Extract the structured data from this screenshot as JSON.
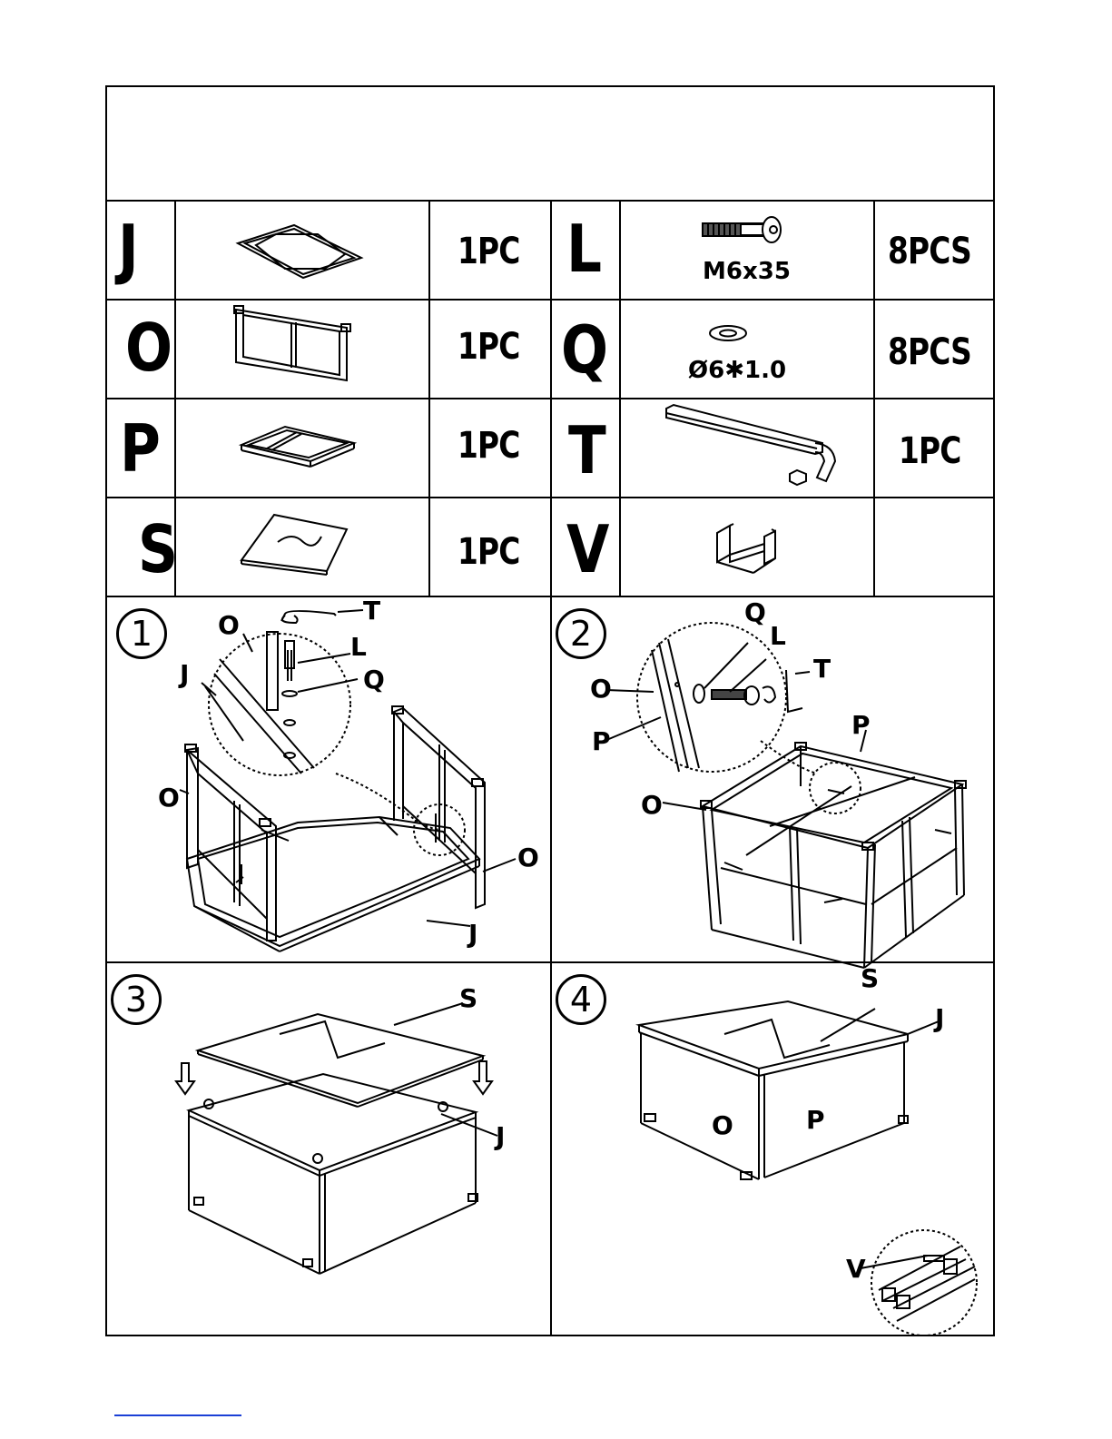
{
  "parts": [
    {
      "letter": "J",
      "qty": "1PC",
      "icon": "table-frame-top-icon"
    },
    {
      "letter": "L",
      "qty": "8PCS",
      "spec": "M6x35",
      "icon": "bolt-icon"
    },
    {
      "letter": "O",
      "qty": "1PC",
      "icon": "side-frame-icon"
    },
    {
      "letter": "Q",
      "qty": "8PCS",
      "spec": "Ø6✱1.0",
      "icon": "washer-icon"
    },
    {
      "letter": "P",
      "qty": "1PC",
      "icon": "end-frame-icon"
    },
    {
      "letter": "T",
      "qty": "1PC",
      "icon": "allen-key-icon"
    },
    {
      "letter": "S",
      "qty": "1PC",
      "icon": "glass-panel-icon"
    },
    {
      "letter": "V",
      "qty": "",
      "icon": "clip-icon"
    }
  ],
  "steps": [
    {
      "number": "1",
      "labels": {
        "t": "T",
        "o1": "O",
        "l": "L",
        "j1": "J",
        "q": "Q",
        "o2": "O",
        "o3": "O",
        "j2": "J"
      }
    },
    {
      "number": "2",
      "labels": {
        "q": "Q",
        "l": "L",
        "t": "T",
        "o1": "O",
        "p1": "P",
        "p2": "P",
        "o2": "O"
      }
    },
    {
      "number": "3",
      "labels": {
        "s": "S",
        "j": "J"
      }
    },
    {
      "number": "4",
      "labels": {
        "s": "S",
        "j": "J",
        "o": "O",
        "p": "P",
        "v": "V"
      }
    }
  ]
}
